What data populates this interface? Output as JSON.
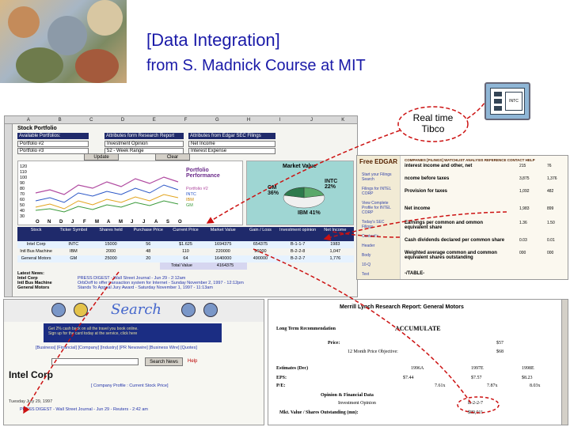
{
  "slide": {
    "title": "[Data Integration]",
    "subtitle": "from S. Madnick Course at MIT"
  },
  "spreadsheet": {
    "columns": [
      "A",
      "B",
      "C",
      "D",
      "E",
      "F",
      "G",
      "H",
      "I",
      "J",
      "K"
    ],
    "title": "Stock Portfolio",
    "available_portfolios_label": "Available Portfolios:",
    "attrs_research_label": "Attributes form Research Report",
    "attrs_edgar_label": "Attributes from Edgar SEC Filings",
    "portfolio_1": "Portfolio #2",
    "portfolio_2": "Portfolio #3",
    "research_opt_1": "Investment Opinion",
    "research_opt_2": "52 - Week Range",
    "edgar_opt_1": "Net Income",
    "edgar_opt_2": "Interest Expense",
    "update_button": "Update",
    "clear_button": "Clear",
    "perf_chart_title": "Portfolio Performance",
    "perf_months": [
      "O",
      "N",
      "D",
      "J",
      "F",
      "M",
      "A",
      "M",
      "J",
      "J",
      "A",
      "S",
      "O"
    ],
    "perf_yticks": [
      "120",
      "110",
      "100",
      "90",
      "80",
      "70",
      "60",
      "50",
      "40",
      "30"
    ],
    "perf_legend": [
      "Portfolio #2",
      "INTC",
      "IBM",
      "GM"
    ],
    "market_value_title": "Market Value",
    "pie_labels": {
      "intc": "INTC 22%",
      "gm": "GM 36%",
      "ibm": "IBM 41%"
    },
    "table_headers": [
      "Stock",
      "Ticker Symbol",
      "Shares held",
      "Purchase Price",
      "Current Price",
      "Market Value",
      "Gain / Loss",
      "Investment opinion",
      "Net Income"
    ],
    "table_rows": [
      [
        "Intel Corp",
        "INTC",
        "15000",
        "56",
        "$1.625",
        "1694375",
        "654375",
        "B-1-1-7",
        "1983"
      ],
      [
        "Intl Bus Machine",
        "IBM",
        "2000",
        "48",
        "110",
        "220000",
        "96000",
        "B-2-2-8",
        "1,047"
      ],
      [
        "General Motors",
        "GM",
        "25000",
        "20",
        "64",
        "1640000",
        "490000",
        "B-2-2-7",
        "1,776"
      ]
    ],
    "total_label": "Total Value",
    "total_value": "4164375",
    "latest_news_label": "Latest News:",
    "news_items": [
      {
        "company": "Intel Corp",
        "text": "PRESS DIGEST - Wall Street Journal - Jun 29 - 2:12am"
      },
      {
        "company": "Intl Bus Machine",
        "text": "OrbDoff to offer transaction system for Internet - Sunday November 2, 1997 - 12:12pm"
      },
      {
        "company": "General Motors",
        "text": "Stands To Appeal Jury Award - Saturday November 1, 1997 - 11:13am"
      }
    ]
  },
  "tibco": {
    "label_line1": "Real time",
    "label_line2": "Tibco",
    "screen_text": "INTC"
  },
  "edgar": {
    "logo": "Free EDGAR",
    "header_tabs": "COMPANIES [FILINGS] WATCHLIST ANALYSIS REFERENCE CONTACT HELP",
    "side_links": [
      "Start your Filings Search",
      "Filings for INTEL CORP",
      "View Complete Profile for INTEL CORP",
      "Today's SEC Filings",
      "Content's",
      "Header",
      "Body",
      "10-Q",
      "Text"
    ],
    "lines": [
      {
        "label": "interest income and other, net",
        "v1": "215",
        "v2": "76"
      },
      {
        "label": "ncome before taxes",
        "v1": "3,875",
        "v2": "1,376"
      },
      {
        "label": "Provision for taxes",
        "v1": "1,092",
        "v2": "482"
      },
      {
        "label": "Net income",
        "v1": "1,983",
        "v2": "899"
      },
      {
        "label": "Earnings per common and ommon equivalent share",
        "v1": "1.36",
        "v2": "1.50"
      },
      {
        "label": "Cash dividends declared per common share",
        "v1": "0.03",
        "v2": "0.01"
      },
      {
        "label": "Weighted average common and common equivalent shares outstanding",
        "v1": "000",
        "v2": "000"
      },
      {
        "label": "-/TABLE-",
        "v1": "",
        "v2": ""
      }
    ]
  },
  "search": {
    "logo": "Search",
    "banner_line1": "Get 2% cash back on all the travel you book online.",
    "banner_line2": "Sign up for the card today at the service, click here",
    "categories": "[Business] [Financial] [Company] [Industry] [PR Newswire] [Business Wire] [Quotes]",
    "search_button": "Search News",
    "help_link": "Help",
    "company_title": "Intel Corp",
    "profile_links": "[ Company Profile : Current Stock Price]",
    "date_line": "Tuesday July 29, 1997",
    "news_line": "PRESS DIGEST - Wall Street Journal - Jun 29 - Reuters - 2:42 am"
  },
  "merrill": {
    "title": "Merrill Lynch Research Report: General Motors",
    "recommendation_label": "Long Term Recommendation",
    "recommendation_value": "ACCUMULATE",
    "price_label": "Price:",
    "price_value": "$57",
    "objective_label": "12 Month Price Objective:",
    "objective_value": "$68",
    "estimates_label": "Estimates (Dec)",
    "year_cols": [
      "1996A",
      "1997E",
      "1998E"
    ],
    "eps_label": "EPS:",
    "eps_values": [
      "$7.44",
      "$7.57",
      "$8.23"
    ],
    "pe_label": "P/E:",
    "pe_values": [
      "7.61x",
      "7.87x",
      "8.03x"
    ],
    "opinion_section": "Opinion & Financial Data",
    "investment_opinion_label": "Investment Opinion",
    "investment_opinion_value": "B-2-2-7",
    "mkt_value_label": "Mkt. Value / Shares Outstanding (mn):",
    "mkt_value_value": "$89,011"
  },
  "colors": {
    "title_blue": "#1a1aa8",
    "connector_red": "#cc1111",
    "header_navy": "#1f2a6b",
    "pie_background": "#9fd6d3"
  }
}
